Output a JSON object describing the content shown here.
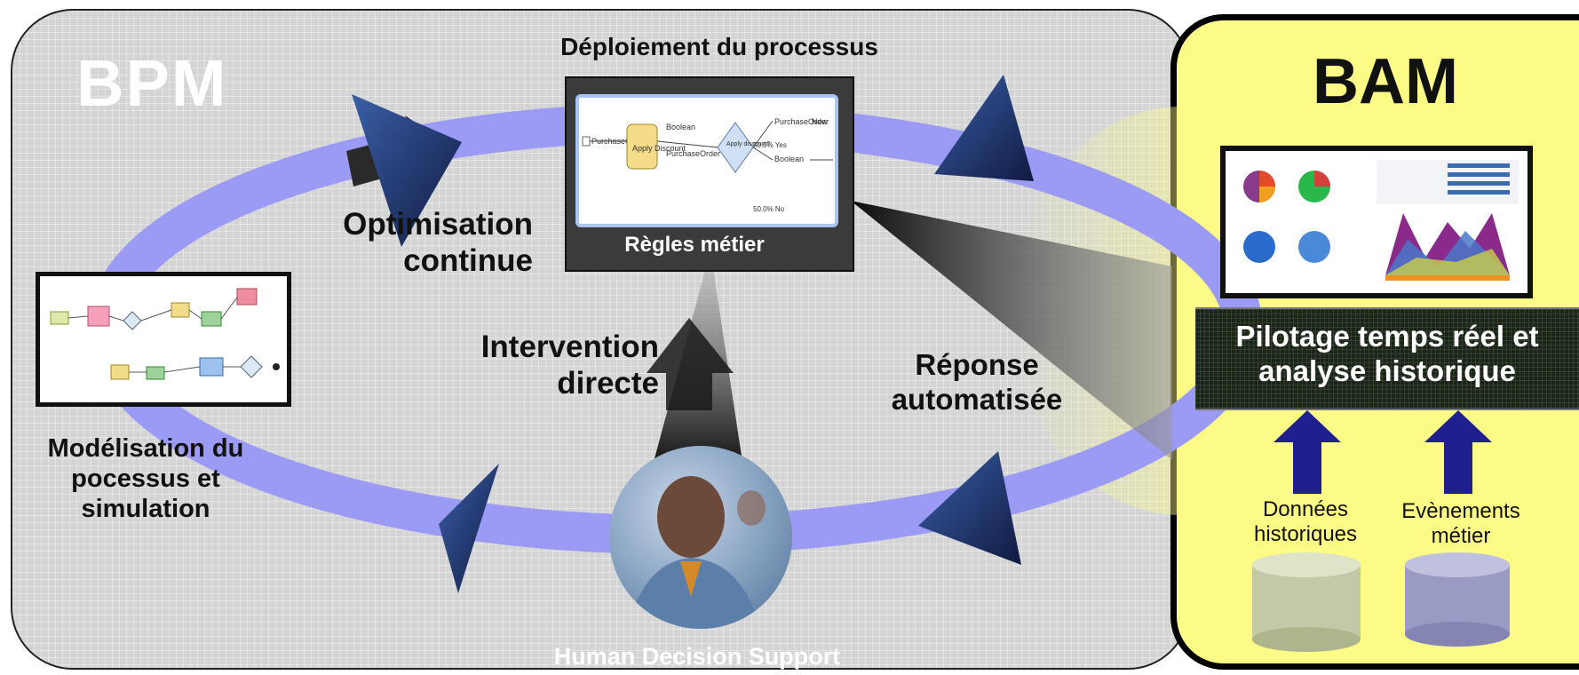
{
  "bpm": {
    "title": "BPM"
  },
  "bam": {
    "title": "BAM"
  },
  "labels": {
    "deploiement": "Déploiement du processus",
    "optimisation": "Optimisation continue",
    "intervention": "Intervention directe",
    "reponse": "Réponse automatisée",
    "modelisation": "Modélisation du pocessus et simulation",
    "human": "Human Decision Support",
    "regles": "Règles métier",
    "pilotage": "Pilotage temps réel et analyse historique",
    "donnees": "Données historiques",
    "evenements": "Evènements métier"
  },
  "process_diagram": {
    "nodes": [
      "PurchaseOrder",
      "Apply Discount",
      "Boolean",
      "PurchaseOrder",
      "Apply discount?",
      "PurchaseOrder",
      "New",
      "Boolean"
    ],
    "branch_labels": [
      "50.0% Yes",
      "50.0% No"
    ]
  },
  "colors": {
    "loop": "#9b9bf6",
    "bpm_bg": "#d4d4d4",
    "bam_bg": "#fbfb86",
    "arrow_dark": "#1d2c58",
    "arrow_up": "#1f1f8f",
    "db_green": "#c3c9a6",
    "db_purple": "#9a9bc4"
  },
  "icons": [
    "cycle-arrow-icon",
    "upward-arrow-icon",
    "database-icon",
    "person-photo-icon"
  ]
}
